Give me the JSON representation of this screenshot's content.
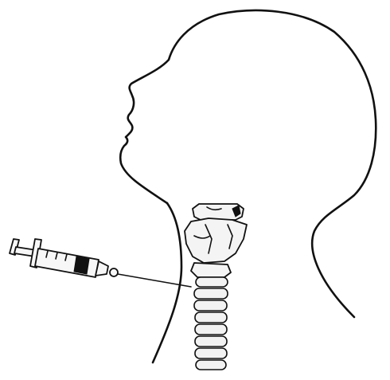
{
  "figure": {
    "parts": [
      "head-profile-outline",
      "larynx-cartilage",
      "tracheal-rings",
      "syringe",
      "needle"
    ],
    "line_color": "#111111",
    "background_color": "#ffffff"
  }
}
